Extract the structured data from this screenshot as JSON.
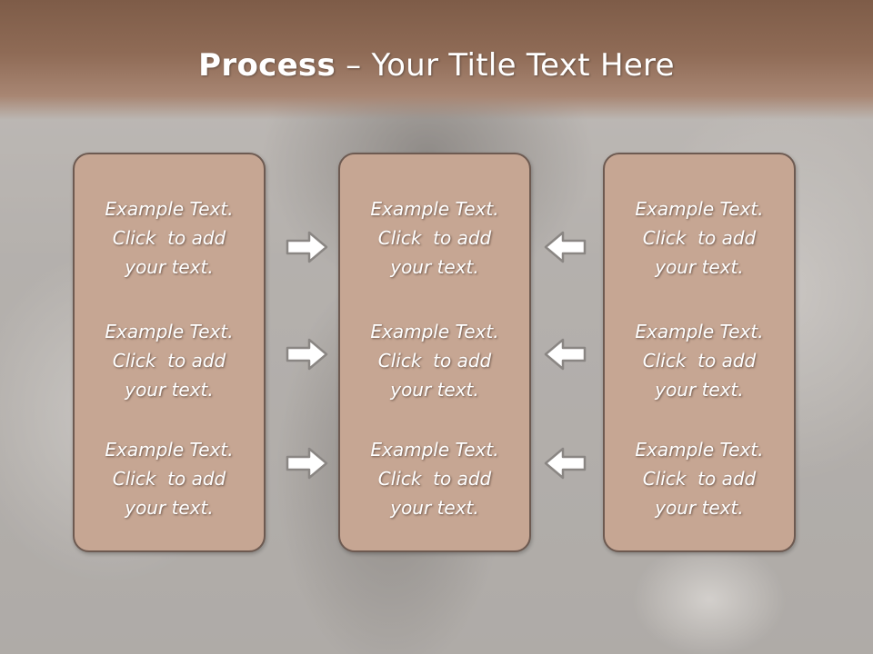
{
  "slide": {
    "title_bold": "Process",
    "title_rest": " – Your Title Text Here"
  },
  "columns": [
    {
      "items": [
        {
          "line1": "Example Text.",
          "line2": "Click  to add",
          "line3": "your text."
        },
        {
          "line1": "Example Text.",
          "line2": "Click  to add",
          "line3": "your text."
        },
        {
          "line1": "Example Text.",
          "line2": "Click  to add",
          "line3": "your text."
        }
      ]
    },
    {
      "items": [
        {
          "line1": "Example Text.",
          "line2": "Click  to add",
          "line3": "your text."
        },
        {
          "line1": "Example Text.",
          "line2": "Click  to add",
          "line3": "your text."
        },
        {
          "line1": "Example Text.",
          "line2": "Click  to add",
          "line3": "your text."
        }
      ]
    },
    {
      "items": [
        {
          "line1": "Example Text.",
          "line2": "Click  to add",
          "line3": "your text."
        },
        {
          "line1": "Example Text.",
          "line2": "Click  to add",
          "line3": "your text."
        },
        {
          "line1": "Example Text.",
          "line2": "Click  to add",
          "line3": "your text."
        }
      ]
    }
  ],
  "icons": {
    "left_arrows": "arrow-right-icon",
    "right_arrows": "arrow-left-icon"
  },
  "colors": {
    "title_band": "#8f6b56",
    "panel_fill": "#c6a693",
    "panel_border": "#6d5a51",
    "arrow_fill": "#ffffff",
    "arrow_stroke": "#8a8683"
  }
}
